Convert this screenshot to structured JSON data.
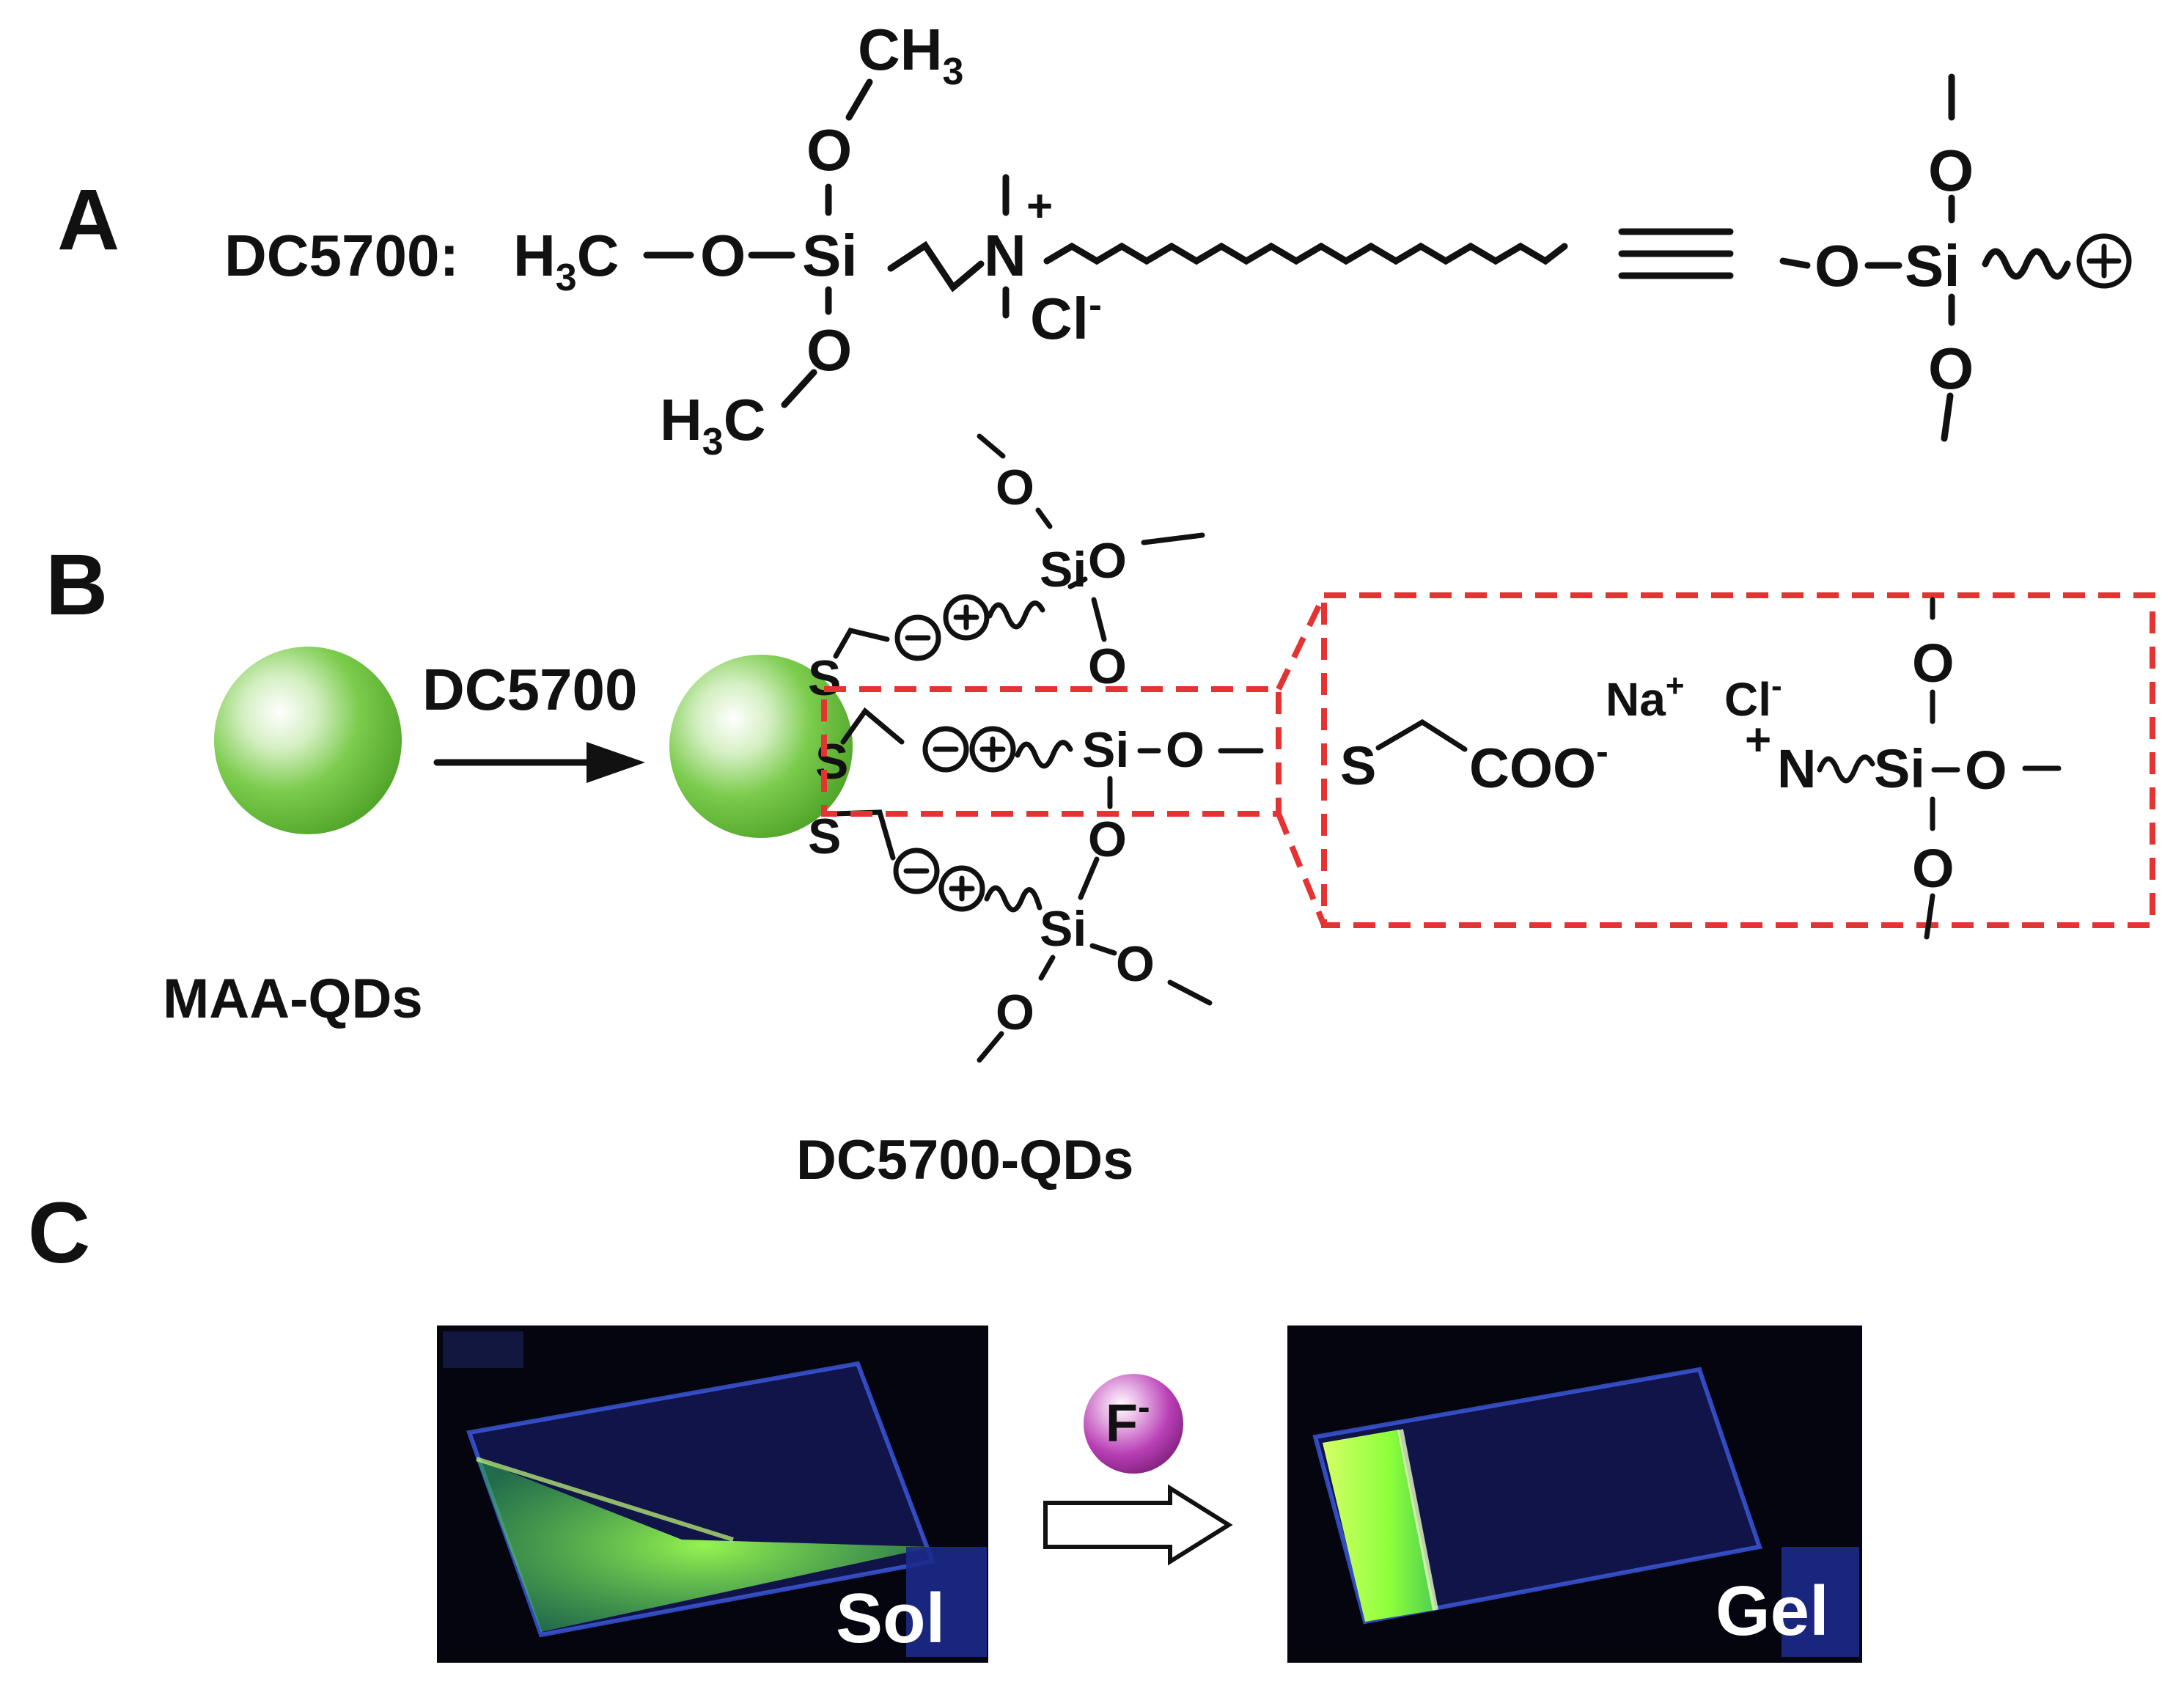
{
  "panels": {
    "a": "A",
    "b": "B",
    "c": "C"
  },
  "panel_a": {
    "compound_label": "DC5700:",
    "methyl_left": "H",
    "sub3": "3",
    "carbon": "C",
    "oxygen": "O",
    "silicon": "Si",
    "methyl_top": "CH",
    "nitrogen": "N",
    "plus": "+",
    "chloride": "Cl",
    "minus": "-",
    "equivalent_symbol": "≡",
    "cation_circle": "⊕"
  },
  "panel_b": {
    "reagent": "DC5700",
    "start_label": "MAA-QDs",
    "product_label": "DC5700-QDs",
    "sulfur": "S",
    "anion_circle": "⊖",
    "cation_circle": "⊕",
    "carboxylate": "COO",
    "sodium": "Na",
    "colors": {
      "qd_green": "#6cc43d",
      "dash_red": "#e53232"
    }
  },
  "panel_c": {
    "reagent_ion": "F",
    "reagent_charge": "-",
    "left_photo_label": "Sol",
    "right_photo_label": "Gel",
    "colors": {
      "sphere": "#b83fb5",
      "fluor_green": "#8cff3a",
      "photo_bg": "#05050f"
    }
  }
}
